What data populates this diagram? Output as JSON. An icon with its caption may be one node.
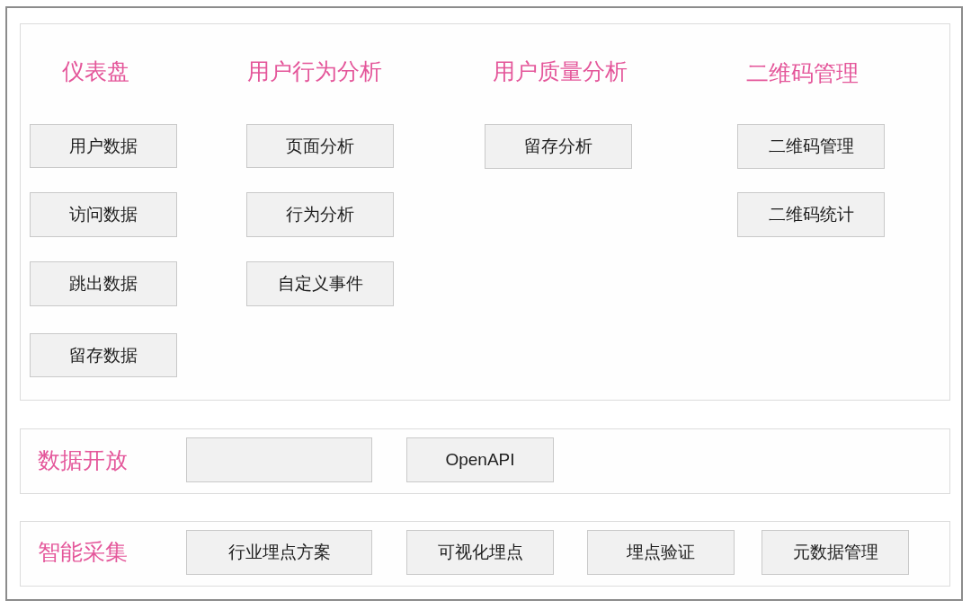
{
  "diagram": {
    "nodes": [
      {
        "text": [
          "仪表盘",
          "用户行为分析",
          "用户质量分析",
          "二维码管理"
        ]
      },
      {
        "text": [
          "用户数据"
        ],
        "in": 0
      },
      {
        "text": [
          "访问数据"
        ],
        "in": 0
      },
      {
        "text": [
          "跳出数据"
        ],
        "in": 0
      },
      {
        "text": [
          "留存数据"
        ],
        "in": 0
      },
      {
        "text": [
          "页面分析"
        ],
        "in": 0
      },
      {
        "text": [
          "行为分析"
        ],
        "in": 0
      },
      {
        "text": [
          "自定义事件"
        ],
        "in": 0
      },
      {
        "text": [
          "留存分析"
        ],
        "in": 0
      },
      {
        "text": [
          "二维码管理"
        ],
        "in": 0
      },
      {
        "text": [
          "二维码统计"
        ],
        "in": 0
      },
      {
        "text": [
          "数据开放"
        ]
      },
      {
        "text": [],
        "shape": "box",
        "in": 11
      },
      {
        "text": [
          "OpenAPI"
        ],
        "in": 11
      },
      {
        "text": [
          "智能采集"
        ]
      },
      {
        "text": [
          "行业埋点方案"
        ],
        "in": 14
      },
      {
        "text": [
          "可视化埋点"
        ],
        "in": 14
      },
      {
        "text": [
          "埋点验证"
        ],
        "in": 14
      },
      {
        "text": [
          "元数据管理"
        ],
        "in": 14
      }
    ]
  }
}
